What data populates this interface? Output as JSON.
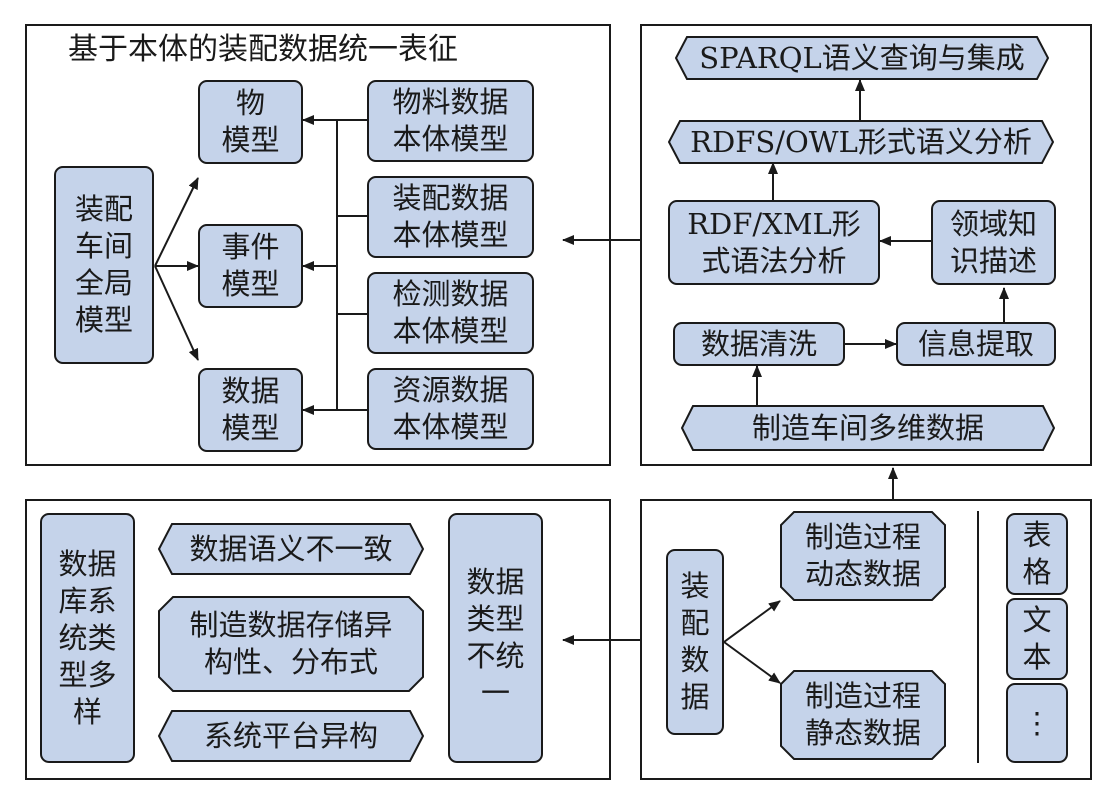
{
  "top_left": {
    "title": "基于本体的装配数据统一表征",
    "global_model": "装配\n车间\n全局\n模型",
    "models": [
      "物\n模型",
      "事件\n模型",
      "数据\n模型"
    ],
    "ontologies": [
      "物料数据\n本体模型",
      "装配数据\n本体模型",
      "检测数据\n本体模型",
      "资源数据\n本体模型"
    ]
  },
  "top_right": {
    "sparql": "SPARQL语义查询与集成",
    "rdfs": "RDFS/OWL形式语义分析",
    "rdfxml": "RDF/XML形\n式语法分析",
    "domain_knowledge": "领域知\n识描述",
    "data_cleaning": "数据清洗",
    "info_extraction": "信息提取",
    "multidim_data": "制造车间多维数据"
  },
  "bottom_left": {
    "db_types": "数据\n库系\n统类\n型多\n样",
    "semantic": "数据语义不一致",
    "storage": "制造数据存储异\n构性、分布式",
    "platform": "系统平台异构",
    "type_mismatch": "数据\n类型\n不统\n一"
  },
  "bottom_right": {
    "assembly_data": "装\n配\n数\n据",
    "dynamic": "制造过程\n动态数据",
    "static": "制造过程\n静态数据",
    "formats": [
      "表\n格",
      "文\n本",
      "⋮"
    ]
  },
  "colors": {
    "node_fill": "#c5d3ea",
    "stroke": "#1a1a1a"
  }
}
